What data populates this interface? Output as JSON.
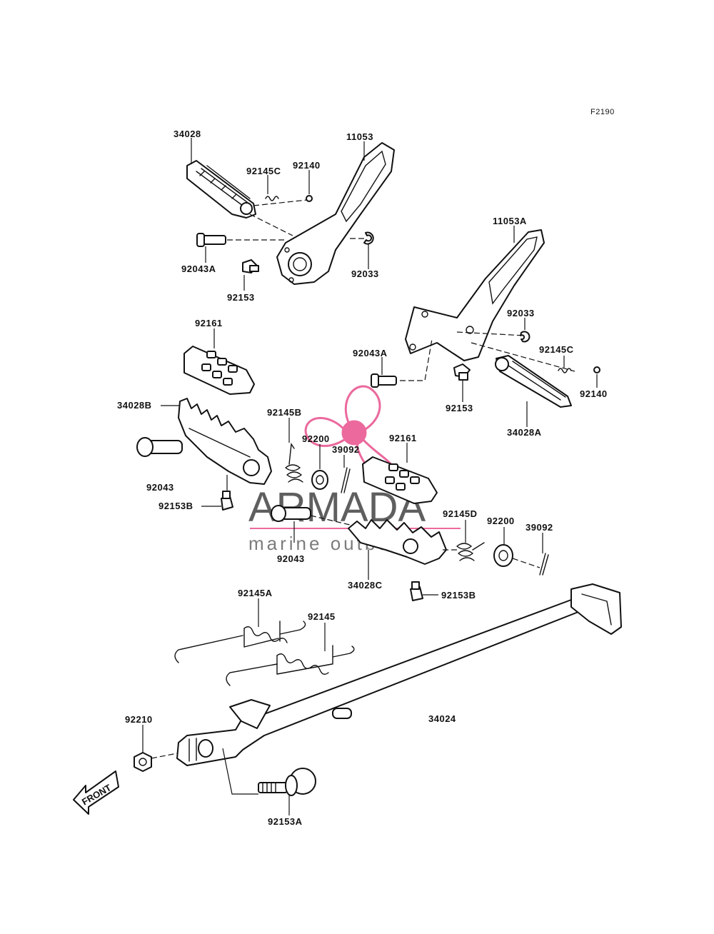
{
  "figure_code": "F2190",
  "front_label": "FRONT",
  "watermark": {
    "brand": "ARMADA",
    "tagline": "marine outboards",
    "color": "#e8508c"
  },
  "labels": {
    "l_34028": "34028",
    "l_11053": "11053",
    "l_92145c_1": "92145C",
    "l_92140_1": "92140",
    "l_92043a_1": "92043A",
    "l_92033_1": "92033",
    "l_92153_1": "92153",
    "l_11053a": "11053A",
    "l_92033_2": "92033",
    "l_92043a_2": "92043A",
    "l_92145c_2": "92145C",
    "l_92140_2": "92140",
    "l_92153_2": "92153",
    "l_34028a": "34028A",
    "l_92161_1": "92161",
    "l_34028b": "34028B",
    "l_92145b": "92145B",
    "l_92200_1": "92200",
    "l_39092_1": "39092",
    "l_92161_2": "92161",
    "l_92043_1": "92043",
    "l_92153b_1": "92153B",
    "l_92145d": "92145D",
    "l_92200_2": "92200",
    "l_39092_2": "39092",
    "l_92043_2": "92043",
    "l_34028c": "34028C",
    "l_92153b_2": "92153B",
    "l_92145a": "92145A",
    "l_92145": "92145",
    "l_34024": "34024",
    "l_92210": "92210",
    "l_92153a": "92153A"
  }
}
